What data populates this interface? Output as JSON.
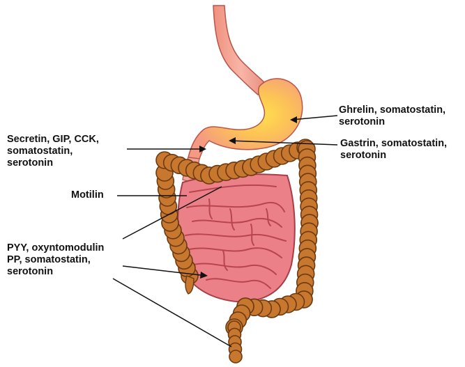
{
  "diagram": {
    "organs": {
      "esophagus": "",
      "stomach": "",
      "small_intestine": "",
      "large_intestine": ""
    },
    "colors": {
      "esophagus_fill": "#f2a39a",
      "stomach_fill": "#f6a080",
      "stomach_glow": "#ffd54a",
      "small_intestine_fill": "#ec7f86",
      "small_intestine_fold": "#b8444e",
      "colon_fill": "#c8782e",
      "colon_edge": "#6b3a12",
      "line": "#111111"
    },
    "labels": {
      "ghrelin": {
        "lines": [
          "Ghrelin, somatostatin,",
          "serotonin"
        ]
      },
      "gastrin": {
        "lines": [
          "Gastrin, somatostatin,",
          "serotonin"
        ]
      },
      "secretin": {
        "lines": [
          "Secretin, GIP, CCK,",
          "somatostatin,",
          "serotonin"
        ]
      },
      "motilin": {
        "lines": [
          "Motilin"
        ]
      },
      "pyy": {
        "lines": [
          "PYY, oxyntomodulin",
          "PP, somatostatin,",
          "serotonin"
        ]
      }
    }
  }
}
